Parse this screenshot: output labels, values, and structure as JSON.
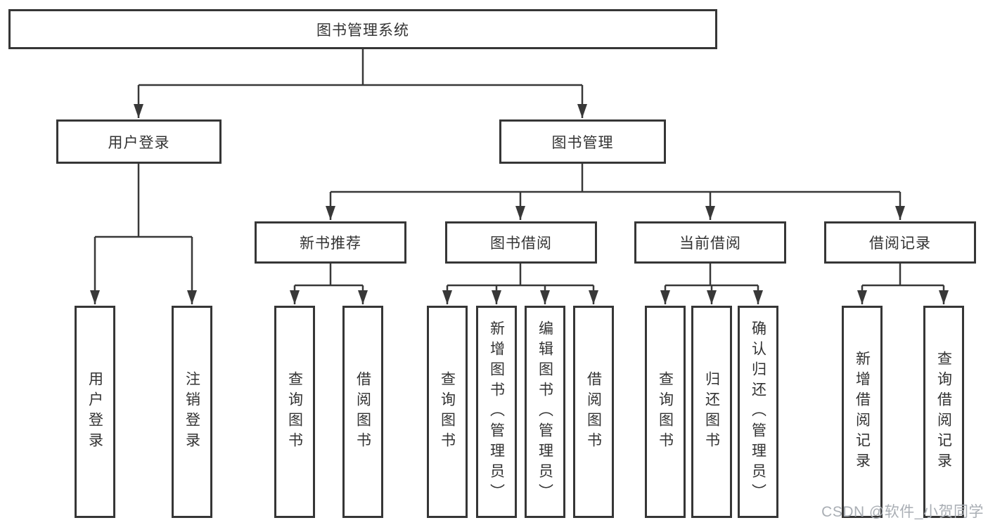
{
  "nodes": {
    "root": "图书管理系统",
    "user_login": "用户登录",
    "book_mgmt": "图书管理",
    "new_book_rec": "新书推荐",
    "book_borrow": "图书借阅",
    "current_borrow": "当前借阅",
    "borrow_record": "借阅记录",
    "leaf_user_login": "用户登录",
    "leaf_logout": "注销登录",
    "leaf_nbr_query": "查询图书",
    "leaf_nbr_borrow": "借阅图书",
    "leaf_bb_query": "查询图书",
    "leaf_bb_add": "新增图书（管理员）",
    "leaf_bb_edit": "编辑图书（管理员）",
    "leaf_bb_borrow": "借阅图书",
    "leaf_cb_query": "查询图书",
    "leaf_cb_return": "归还图书",
    "leaf_cb_confirm": "确认归还（管理员）",
    "leaf_br_add": "新增借阅记录",
    "leaf_br_query": "查询借阅记录"
  },
  "edges": [
    [
      "root",
      "user_login"
    ],
    [
      "root",
      "book_mgmt"
    ],
    [
      "user_login",
      "leaf_user_login"
    ],
    [
      "user_login",
      "leaf_logout"
    ],
    [
      "book_mgmt",
      "new_book_rec"
    ],
    [
      "book_mgmt",
      "book_borrow"
    ],
    [
      "book_mgmt",
      "current_borrow"
    ],
    [
      "book_mgmt",
      "borrow_record"
    ],
    [
      "new_book_rec",
      "leaf_nbr_query"
    ],
    [
      "new_book_rec",
      "leaf_nbr_borrow"
    ],
    [
      "book_borrow",
      "leaf_bb_query"
    ],
    [
      "book_borrow",
      "leaf_bb_add"
    ],
    [
      "book_borrow",
      "leaf_bb_edit"
    ],
    [
      "book_borrow",
      "leaf_bb_borrow"
    ],
    [
      "current_borrow",
      "leaf_cb_query"
    ],
    [
      "current_borrow",
      "leaf_cb_return"
    ],
    [
      "current_borrow",
      "leaf_cb_confirm"
    ],
    [
      "borrow_record",
      "leaf_br_add"
    ],
    [
      "borrow_record",
      "leaf_br_query"
    ]
  ],
  "watermark": "CSDN @软件_小贺同学",
  "colors": {
    "line": "#383838",
    "box_border": "#363636",
    "box_fill": "#ffffff",
    "text": "#333333",
    "watermark": "#a9aeb4",
    "background": "#ffffff"
  }
}
